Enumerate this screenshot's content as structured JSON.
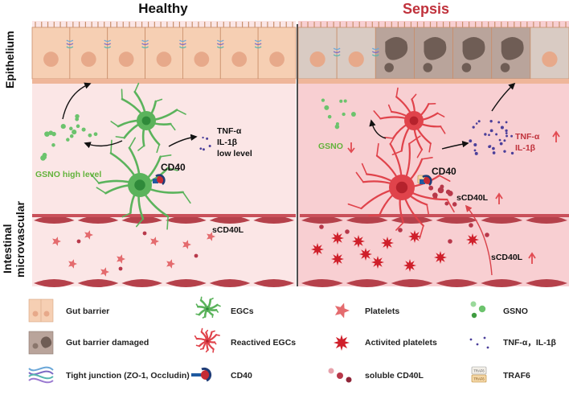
{
  "titles": {
    "healthy": "Healthy",
    "sepsis": "Sepsis"
  },
  "side_labels": {
    "epithelium": "Epithelium",
    "microvascular_line1": "Intestinal",
    "microvascular_line2": "microvascular"
  },
  "healthy": {
    "gsno": "GSNO high level",
    "cytokine_1": "TNF-α",
    "cytokine_2": "IL-1β",
    "cytokine_3": "low level",
    "receptor": "CD40",
    "ligand": "sCD40L"
  },
  "sepsis": {
    "gsno": "GSNO",
    "cytokine_1": "TNF-α",
    "cytokine_2": "IL-1β",
    "receptor": "CD40",
    "ligand_upper": "sCD40L",
    "ligand_lower": "sCD40L",
    "traf_tag": "TRAF6"
  },
  "legend": {
    "gut_barrier": "Gut  barrier",
    "gut_damaged": "Gut  barrier damaged",
    "tight_junction": "Tight junction (ZO-1, Occludin)",
    "egcs": "EGCs",
    "reactived_egcs": "Reactived EGCs",
    "cd40": "CD40",
    "platelets": "Platelets",
    "activited_platelets": "Activited platelets",
    "soluble_cd40l": "soluble CD40L",
    "gsno": "GSNO",
    "cytokines": "TNF-α，IL-1β",
    "traf6": "TRAF6",
    "traf_icon_top": "TRAF6",
    "traf_icon_bottom": "TRAF6"
  },
  "colors": {
    "epithelium_healthy": "#f6cfb3",
    "epithelium_sepsis": "#d9cbc3",
    "epithelium_damaged": "#b9a49b",
    "tissue_healthy": "#fbe4e4",
    "tissue_sepsis": "#f8cccf",
    "vessel_wall": "#b5414b",
    "egc_green": "#5bb35c",
    "egc_red": "#e0434b",
    "platelet": "#e46b6e",
    "activated_platelet": "#cf1f2a",
    "gsno_dot": "#6cc36d",
    "cytokine_dot": "#4b3f9a",
    "cd40l_dot": "#b8384a",
    "sepsis_text": "#c0323c",
    "healthy_text": "#63b33c",
    "up_arrow": "#e24b52"
  },
  "icons": [
    "tight-junction-icon",
    "cd40-receptor-icon",
    "traf6-icon",
    "up-arrow-icon",
    "platelet-icon",
    "egc-icon"
  ]
}
